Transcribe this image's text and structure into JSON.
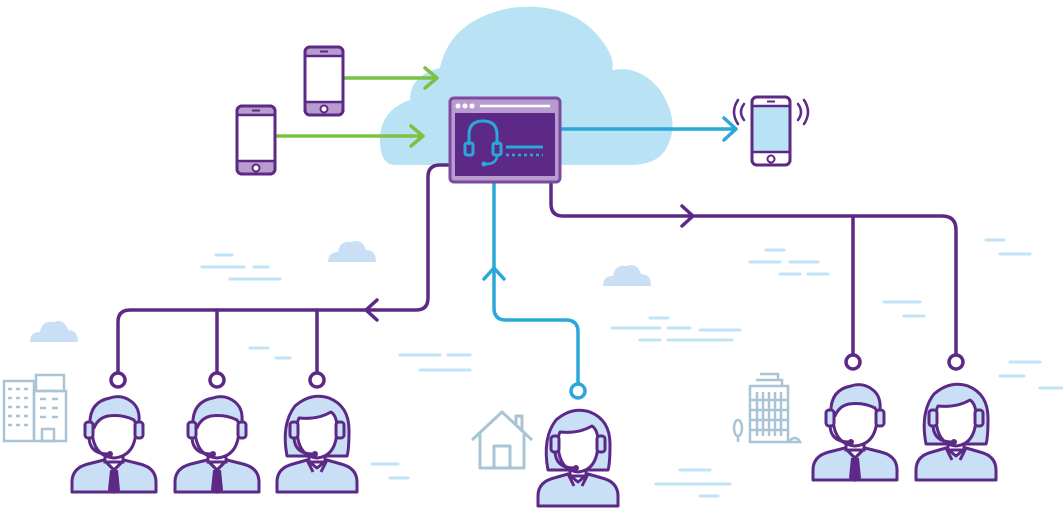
{
  "colors": {
    "purple": "#5c2a86",
    "purple_light": "#7c4a9e",
    "purple_fill": "#b89cd0",
    "blue": "#29a8d9",
    "green": "#7cc242",
    "cloud": "#b9e3f5",
    "agent_fill": "#c9dff5",
    "ambient": "#bfe3f5",
    "building": "#a9c4d6",
    "skin": "#ffffff"
  },
  "icons": {
    "hub": "cloud-contact-center-icon",
    "inbound_phone": "smartphone-icon",
    "outbound_phone": "ringing-smartphone-icon",
    "agent_male": "male-agent-headset-icon",
    "agent_female": "female-agent-headset-icon",
    "office": "office-building-icon",
    "home": "house-icon",
    "tower": "office-tower-icon"
  },
  "agents": [
    {
      "id": "agent-left-1",
      "type": "male",
      "connection": "purple"
    },
    {
      "id": "agent-left-2",
      "type": "male",
      "connection": "purple"
    },
    {
      "id": "agent-left-3",
      "type": "female",
      "connection": "purple"
    },
    {
      "id": "agent-home",
      "type": "female",
      "connection": "blue"
    },
    {
      "id": "agent-right-1",
      "type": "male",
      "connection": "purple"
    },
    {
      "id": "agent-right-2",
      "type": "female",
      "connection": "purple"
    }
  ]
}
